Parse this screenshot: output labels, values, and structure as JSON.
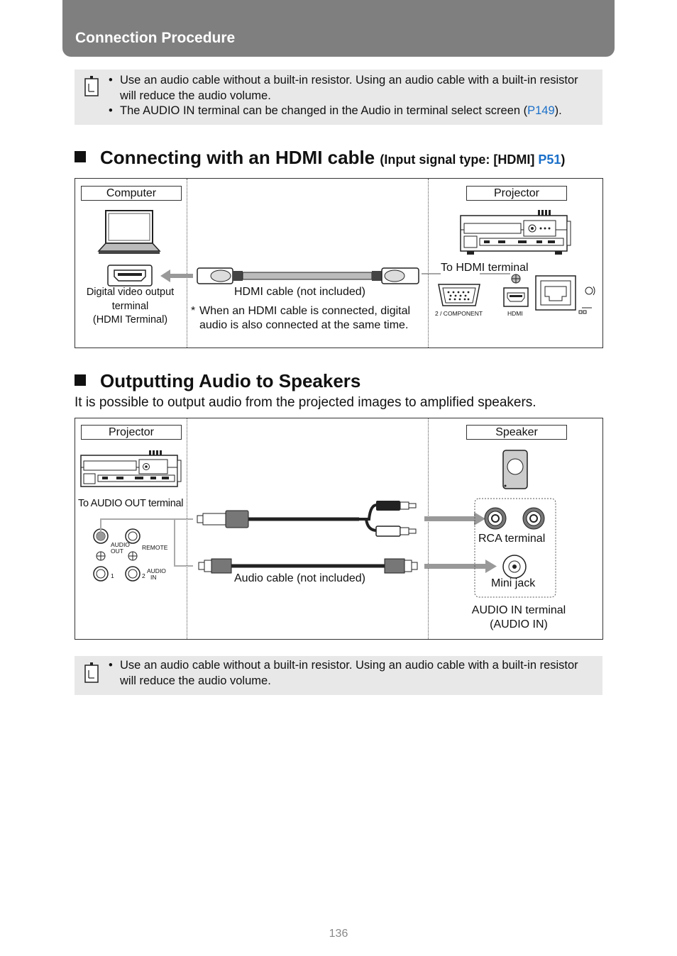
{
  "header": {
    "title": "Connection Procedure"
  },
  "note1": {
    "items": [
      "Use an audio cable without a built-in resistor. Using an audio cable with a built-in resistor will reduce the audio volume.",
      "The AUDIO IN terminal can be changed in the Audio in terminal select screen ("
    ],
    "link": "P149",
    "after_link": ")."
  },
  "hdmi_section": {
    "title": "Connecting with an HDMI cable",
    "subtitle_prefix": "(Input signal type: [HDMI] ",
    "subtitle_link": "P51",
    "subtitle_suffix": ")",
    "computer_label": "Computer",
    "projector_label": "Projector",
    "computer_terminal_line1": "Digital video output",
    "computer_terminal_line2": "terminal",
    "computer_terminal_line3": "(HDMI Terminal)",
    "cable_label": "HDMI cable (not included)",
    "footnote_mark": "*",
    "footnote": "When an HDMI cable is connected, digital audio is also connected at the same time.",
    "to_terminal": "To HDMI terminal",
    "port_component": "2 / COMPONENT",
    "port_hdmi": "HDMI"
  },
  "audio_section": {
    "title": "Outputting Audio to Speakers",
    "lead": "It is possible to output audio from the projected images to amplified speakers.",
    "projector_label": "Projector",
    "speaker_label": "Speaker",
    "to_audio_out": "To AUDIO OUT terminal",
    "port_audio_out_line1": "AUDIO",
    "port_audio_out_line2": "OUT",
    "port_remote": "REMOTE",
    "port_1": "1",
    "port_2": "2",
    "port_audio_in_line1": "AUDIO",
    "port_audio_in_line2": "IN",
    "cable_label": "Audio cable (not included)",
    "rca_terminal": "RCA terminal",
    "mini_jack": "Mini jack",
    "audio_in_line1": "AUDIO IN terminal",
    "audio_in_line2": "(AUDIO IN)"
  },
  "note2": {
    "items": [
      "Use an audio cable without a built-in resistor. Using an audio cable with a built-in resistor will reduce the audio volume."
    ]
  },
  "page": {
    "number": "136"
  },
  "colors": {
    "header": "#7f7f7f",
    "note_bg": "#e8e8e8",
    "link": "#1a6fc9"
  }
}
